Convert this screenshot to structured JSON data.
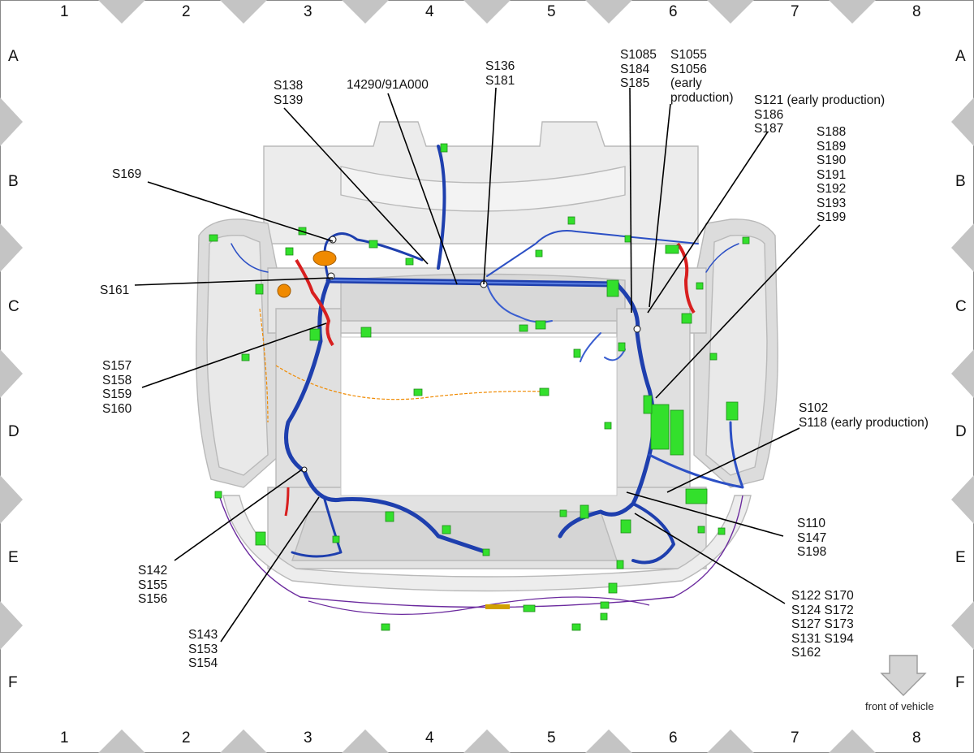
{
  "grid": {
    "columns": [
      "1",
      "2",
      "3",
      "4",
      "5",
      "6",
      "7",
      "8"
    ],
    "rows": [
      "A",
      "B",
      "C",
      "D",
      "E",
      "F"
    ]
  },
  "labels": {
    "s169": "S169",
    "s138": "S138\nS139",
    "p14290": "14290/91A000",
    "s136": "S136\nS181",
    "s1085": "S1085\nS184\nS185",
    "s1055": "S1055\nS1056\n(early\nproduction)",
    "s121": "S121 (early production)\nS186\nS187",
    "s188": "S188\nS189\nS190\nS191\nS192\nS193\nS199",
    "s161": "S161",
    "s157": "S157\nS158\nS159\nS160",
    "s102": "S102\nS118 (early production)",
    "s110": "S110\nS147\nS198",
    "s142": "S142\nS155\nS156",
    "s143": "S143\nS153\nS154",
    "s122": "S122 S170\nS124 S172\nS127 S173\nS131 S194\nS162"
  },
  "front_note": "front of vehicle",
  "colors": {
    "harness": "#1e3fae",
    "harness_light": "#4a6fd6",
    "power": "#d81f1f",
    "connector": "#33e02c",
    "orange": "#f08a00",
    "purple": "#6b2a9e",
    "frame": "#e2e2e2",
    "frame_edge": "#b9b9b9",
    "marker": "#c4c4c4"
  }
}
